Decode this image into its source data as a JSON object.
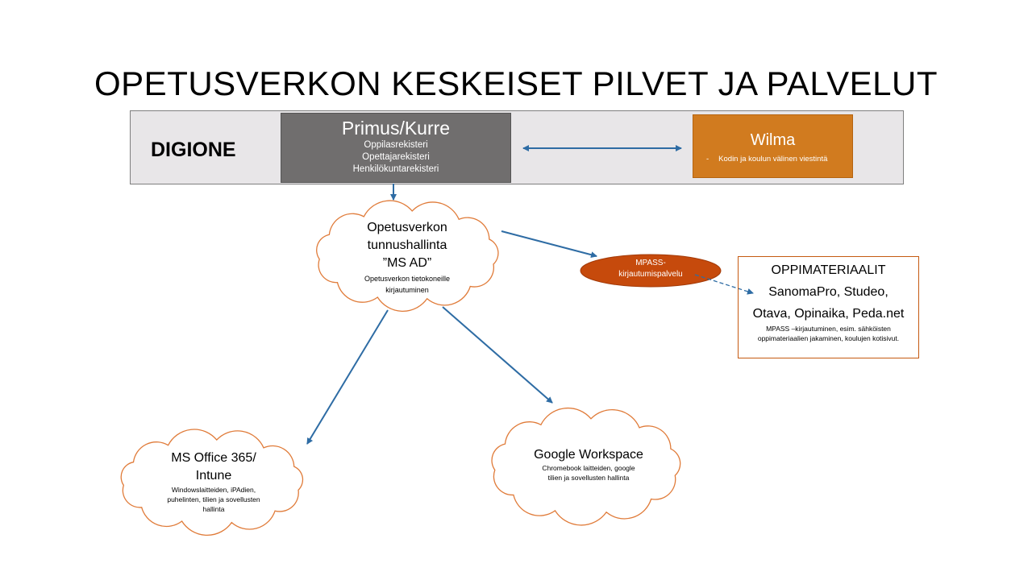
{
  "title": "OPETUSVERKON KESKEISET PILVET JA PALVELUT",
  "digione": {
    "label": "DIGIONE"
  },
  "primus": {
    "title": "Primus/Kurre",
    "items": [
      "Oppilasrekisteri",
      "Opettajarekisteri",
      "Henkilökuntarekisteri"
    ]
  },
  "wilma": {
    "title": "Wilma",
    "bullet": "-",
    "description": "Kodin ja koulun välinen viestintä"
  },
  "identity_cloud": {
    "title_lines": [
      "Opetusverkon",
      "tunnushallinta",
      "”MS AD”"
    ],
    "subtitle_lines": [
      "Opetusverkon tietokoneille",
      "kirjautuminen"
    ]
  },
  "mpass": {
    "lines": [
      "MPASS-",
      "kirjautumispalvelu"
    ]
  },
  "materials": {
    "title_lines": [
      "OPPIMATERIAALIT",
      "SanomaPro, Studeo,",
      "Otava, Opinaika, Peda.net"
    ],
    "description": "MPASS –kirjautuminen, esim. sähköisten oppimateriaalien jakaminen, koulujen kotisivut."
  },
  "ms_cloud": {
    "title_lines": [
      "MS Office 365/",
      "Intune"
    ],
    "subtitle_lines": [
      "Windowslaitteiden, iPAdien,",
      "puhelinten, tilien ja sovellusten",
      "hallinta"
    ]
  },
  "google_cloud": {
    "title": "Google Workspace",
    "subtitle_lines": [
      "Chromebook laitteiden, google",
      "tilien ja sovellusten hallinta"
    ]
  },
  "colors": {
    "arrow": "#2e6ca4",
    "cloud_outline": "#e07b39",
    "mpass_fill": "#c64a0c",
    "wilma_fill": "#d17b1f",
    "primus_fill": "#706e6e"
  }
}
